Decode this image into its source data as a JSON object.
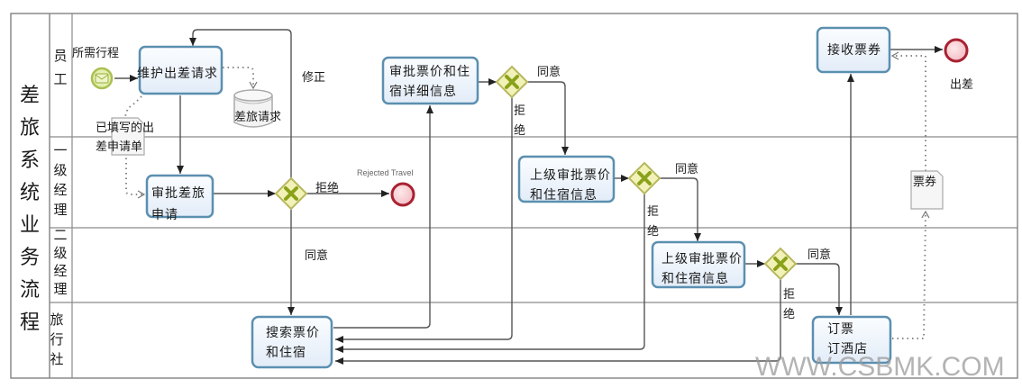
{
  "pool": {
    "label": "差旅系统业务流程"
  },
  "lanes": [
    {
      "id": "employee",
      "label": "员工"
    },
    {
      "id": "manager1",
      "label": "一级经理"
    },
    {
      "id": "manager2",
      "label": "二级经理"
    },
    {
      "id": "agency",
      "label": "旅行社"
    }
  ],
  "events": {
    "start": {
      "label": "所需行程",
      "type": "message-start"
    },
    "rejected": {
      "label": "Rejected Travel",
      "type": "end"
    },
    "end": {
      "label": "出差",
      "type": "end"
    }
  },
  "tasks": {
    "maintain": {
      "lines": [
        "维护出差请求"
      ]
    },
    "approve_travel": {
      "lines": [
        "审批差旅",
        "申请"
      ]
    },
    "search": {
      "lines": [
        "搜索票价",
        "和住宿"
      ]
    },
    "review_price": {
      "lines": [
        "审批票价和住",
        "宿详细信息"
      ]
    },
    "mgr1_review": {
      "lines": [
        "上级审批票价",
        "和住宿信息"
      ]
    },
    "mgr2_review": {
      "lines": [
        "上级审批票价",
        "和住宿信息"
      ]
    },
    "book": {
      "lines": [
        "订票",
        "订酒店"
      ]
    },
    "receive": {
      "lines": [
        "接收票券"
      ]
    }
  },
  "artifacts": {
    "datastore": {
      "label": "差旅请求"
    },
    "filled_form": {
      "lines": [
        "已填写的出",
        "差申请单"
      ]
    },
    "ticket": {
      "label": "票券"
    }
  },
  "flow_labels": {
    "revise": "修正",
    "reject": "拒绝",
    "agree": "同意",
    "reject_v1": "拒",
    "reject_v2": "绝"
  },
  "watermark": "WWW.CSBMK.COM",
  "colors": {
    "task_border": "#5b8fb0",
    "task_fill": "#eef4fb",
    "gateway_fill": "#f2f2b8",
    "gateway_border": "#b8b860",
    "gateway_mark": "#8aa21a",
    "start_fill": "#e4efb0",
    "start_border": "#a8c050",
    "end_fill": "#f6d2d6",
    "end_border": "#a82232",
    "line": "#555555"
  }
}
